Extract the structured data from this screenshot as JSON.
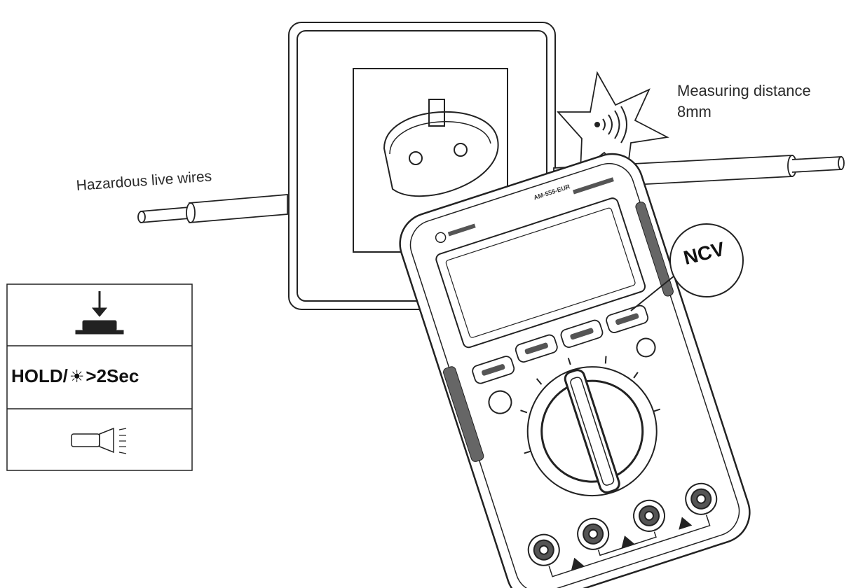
{
  "labels": {
    "hazardous_wires": "Hazardous live wires",
    "measuring_distance_line1": "Measuring distance",
    "measuring_distance_line2": "8mm",
    "ncv": "NCV",
    "model": "AM-555-EUR"
  },
  "instruction_panel": {
    "hold_prefix": "HOLD/",
    "hold_suffix": ">2Sec",
    "icons": [
      "press-button-icon",
      "backlight-sun-icon",
      "flashlight-icon"
    ]
  },
  "colors": {
    "line": "#222222",
    "meter_dark": "#555555",
    "background": "#ffffff"
  }
}
